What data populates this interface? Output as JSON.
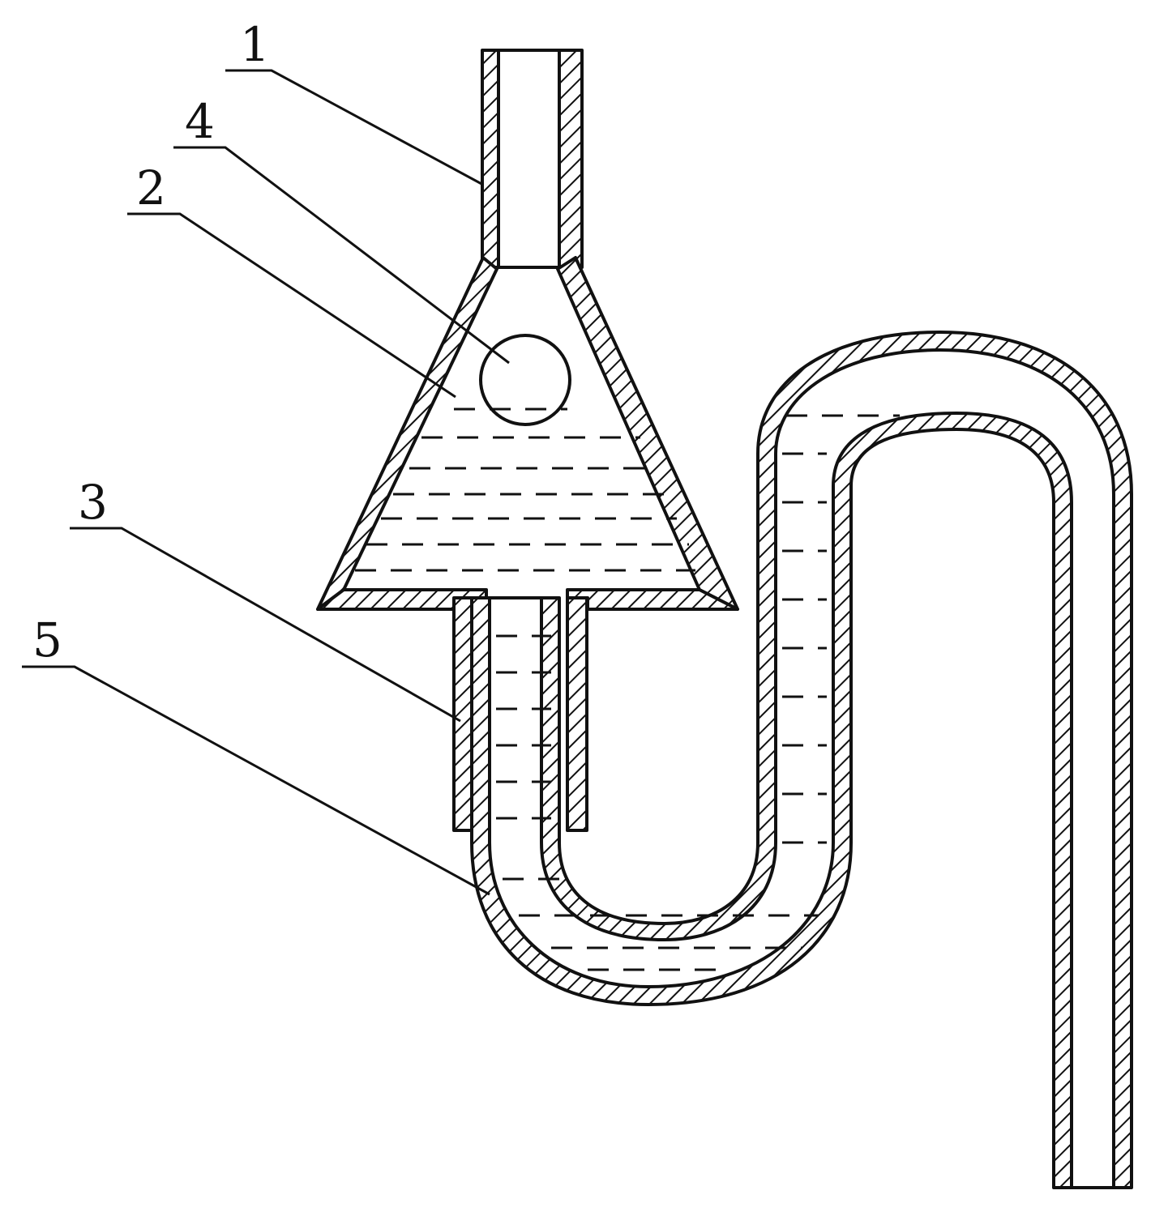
{
  "figure": {
    "background": "#ffffff",
    "line_color": "#111111",
    "labels": [
      {
        "id": "1",
        "text": "1"
      },
      {
        "id": "2",
        "text": "2"
      },
      {
        "id": "3",
        "text": "3"
      },
      {
        "id": "4",
        "text": "4"
      },
      {
        "id": "5",
        "text": "5"
      }
    ]
  }
}
